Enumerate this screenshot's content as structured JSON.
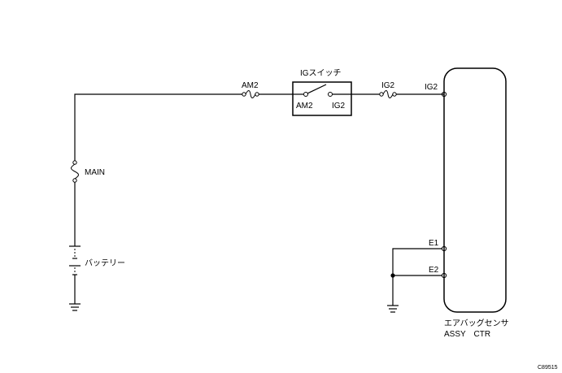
{
  "ig_switch": {
    "title": "IGスイッチ",
    "terminal_left": "AM2",
    "terminal_right": "IG2"
  },
  "fuses": {
    "am2": "AM2",
    "ig2": "IG2",
    "main": "MAIN"
  },
  "battery": {
    "label": "バッテリー"
  },
  "airbag_sensor": {
    "name_line1": "エアバッグセンサ",
    "name_line2": "ASSY　CTR",
    "terminal_ig2": "IG2",
    "terminal_e1": "E1",
    "terminal_e2": "E2"
  },
  "figure_code": "C89515"
}
